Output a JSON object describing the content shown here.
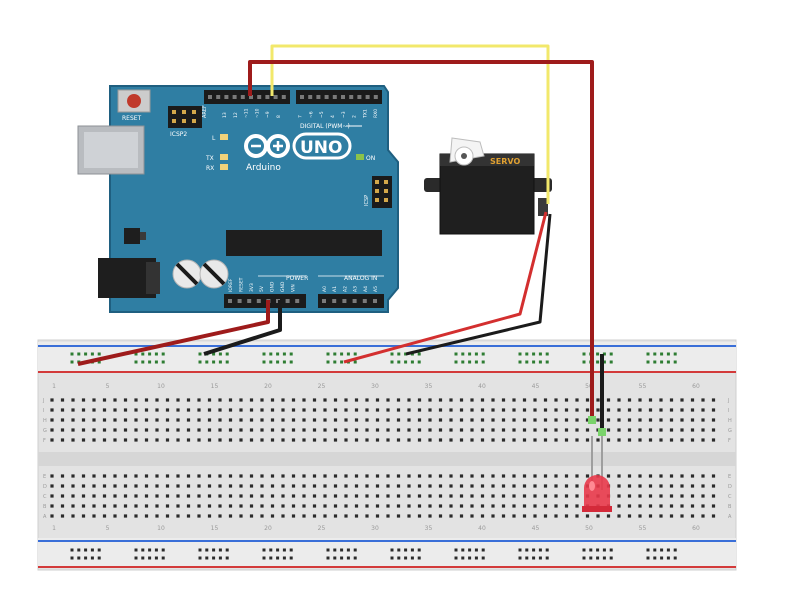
{
  "board": {
    "reset_label": "RESET",
    "icsp_label": "ICSP2",
    "icsp2_label": "ICSP",
    "led_l_label": "L",
    "tx_label": "TX",
    "rx_label": "RX",
    "on_label": "ON",
    "brand_label": "Arduino",
    "model_label": "UNO",
    "digital_label": "DIGITAL (PWM~)",
    "power_label": "POWER",
    "analog_label": "ANALOG IN",
    "aref_label": "AREF",
    "gnd_label": "GND",
    "header_digital_pins": [
      "13",
      "12",
      "~11",
      "~10",
      "~9",
      "8",
      "",
      "7",
      "~6",
      "~5",
      "4",
      "~3",
      "2",
      "TX1",
      "RX0"
    ],
    "header_power_pins": [
      "IOREF",
      "RESET",
      "3V3",
      "5V",
      "GND",
      "GND",
      "VIN"
    ],
    "header_analog_pins": [
      "A0",
      "A1",
      "A2",
      "A3",
      "A4",
      "A5"
    ]
  },
  "servo": {
    "label": "SERVO"
  },
  "breadboard": {
    "column_numbers": [
      "1",
      "5",
      "10",
      "15",
      "20",
      "25",
      "30",
      "35",
      "40",
      "45",
      "50",
      "55",
      "60"
    ],
    "row_letters_top": [
      "J",
      "I",
      "H",
      "G",
      "F"
    ],
    "row_letters_bottom": [
      "E",
      "D",
      "C",
      "B",
      "A"
    ]
  },
  "colors": {
    "board": "#2f7ea3",
    "board_edge": "#1f5f80",
    "wire_red": "#c62828",
    "wire_dark_red": "#9e1b1b",
    "wire_yellow": "#f2e86b",
    "wire_black": "#1b1b1b",
    "breadboard": "#e6e6e6",
    "rail_blue": "#3a6fd8",
    "rail_red": "#d33a3a",
    "hole_green": "#2e7d32",
    "led": "#e8394a"
  }
}
